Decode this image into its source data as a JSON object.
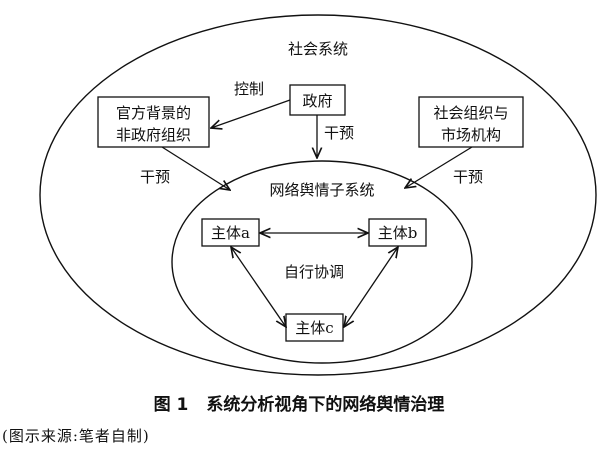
{
  "diagram": {
    "outer_label": "社会系统",
    "inner_label": "网络舆情子系统",
    "nodes": {
      "gov": "政府",
      "official_ngo_line1": "官方背景的",
      "official_ngo_line2": "非政府组织",
      "social_org_line1": "社会组织与",
      "social_org_line2": "市场机构",
      "subject_a": "主体a",
      "subject_b": "主体b",
      "subject_c": "主体c"
    },
    "edge_labels": {
      "control": "控制",
      "intervene_gov": "干预",
      "intervene_left": "干预",
      "intervene_right": "干预",
      "self_coordination": "自行协调"
    }
  },
  "caption": {
    "figure_number": "图 1",
    "title": "系统分析视角下的网络舆情治理"
  },
  "source_note": "(图示来源:笔者自制)"
}
